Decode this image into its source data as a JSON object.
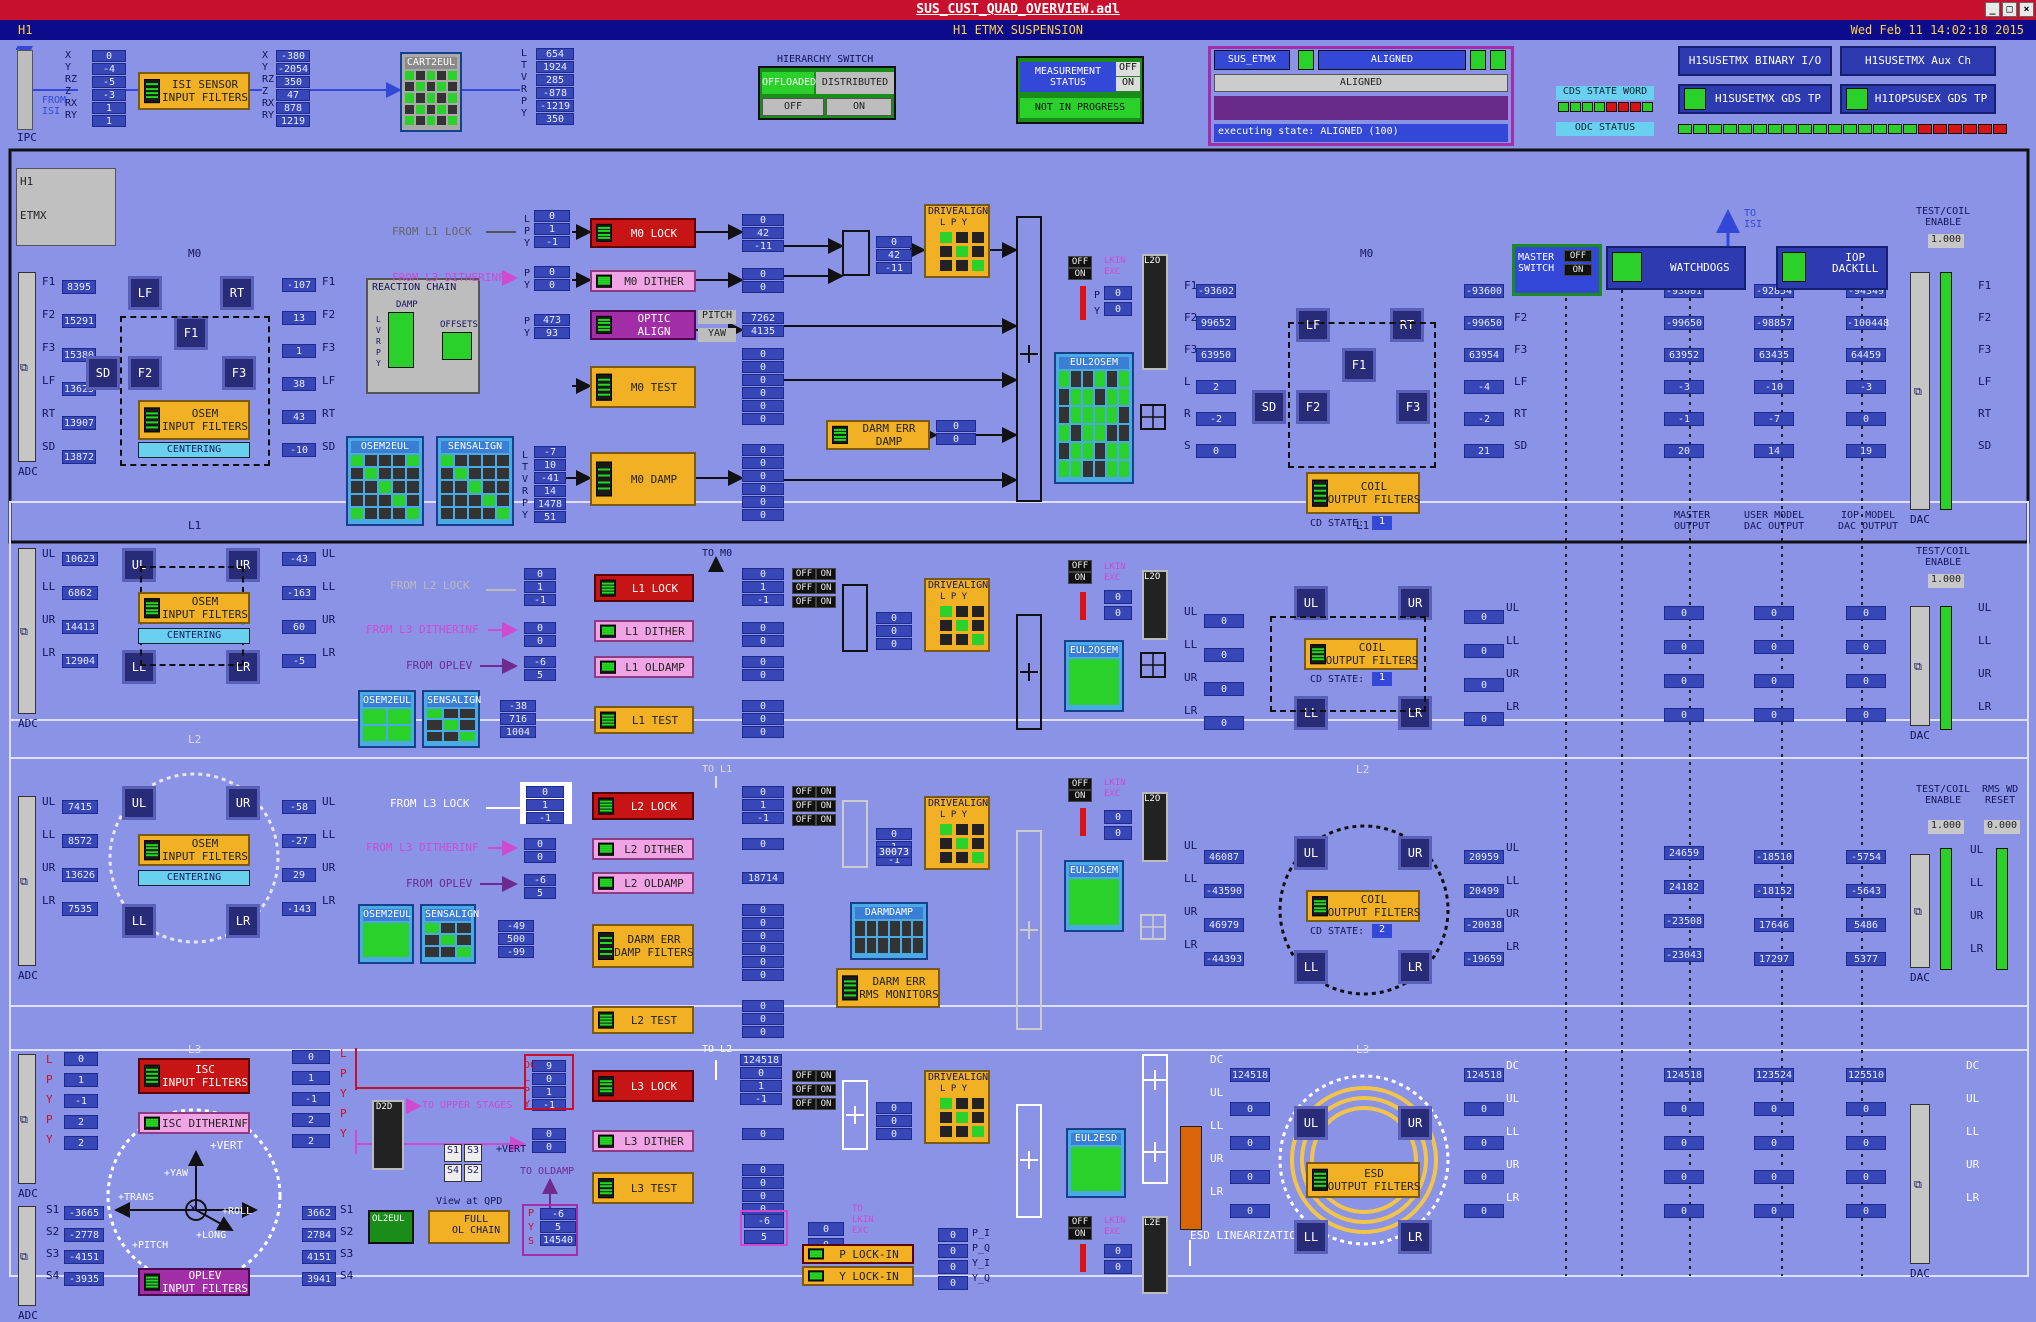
{
  "window": {
    "title": "SUS_CUST_QUAD_OVERVIEW.adl"
  },
  "header": {
    "left": "H1",
    "center": "H1 ETMX SUSPENSION",
    "right": "Wed Feb 11 14:02:18 2015"
  },
  "ipc": {
    "label": "IPC",
    "from_isi": "FROM\nISI"
  },
  "isi_in": {
    "labels": [
      "X",
      "Y",
      "RZ",
      "Z",
      "RX",
      "RY"
    ],
    "values": [
      "0",
      "-4",
      "-5",
      "-3",
      "1",
      "1"
    ]
  },
  "isi_sensor": {
    "label": "ISI SENSOR\nINPUT FILTERS"
  },
  "isi_out": {
    "labels": [
      "X",
      "Y",
      "RZ",
      "Z",
      "RX",
      "RY"
    ],
    "values": [
      "-380",
      "-2054",
      "350",
      "47",
      "878",
      "1219"
    ]
  },
  "cart2eul": {
    "label": "CART2EUL"
  },
  "cart_out": {
    "labels": [
      "L",
      "T",
      "V",
      "R",
      "P",
      "Y"
    ],
    "values": [
      "654",
      "1924",
      "285",
      "-878",
      "-1219",
      "350"
    ]
  },
  "hierarchy": {
    "title": "HIERARCHY SWITCH",
    "offloaded": "OFFLOADED",
    "distributed": "DISTRIBUTED",
    "off": "OFF",
    "on": "ON"
  },
  "measurement": {
    "label": "MEASUREMENT\nSTATUS",
    "off": "OFF",
    "on": "ON",
    "status": "NOT IN PROGRESS"
  },
  "guardian": {
    "node": "SUS_ETMX",
    "state": "ALIGNED",
    "request": "ALIGNED",
    "executing": "executing state: ALIGNED (100)"
  },
  "cds": {
    "state_word": "CDS STATE WORD",
    "odc": "ODC STATUS"
  },
  "top_buttons": {
    "binary_io": "H1SUSETMX BINARY I/O",
    "aux": "H1SUSETMX Aux Ch",
    "gds_tp": "H1SUSETMX GDS TP",
    "iop_gds": "H1IOPSUSEX GDS TP"
  },
  "site": {
    "h1": "H1",
    "etmx": "ETMX"
  },
  "common": {
    "adc": "ADC",
    "dac": "DAC",
    "osem_filters": "OSEM\nINPUT FILTERS",
    "centering": "CENTERING",
    "osem2eul": "OSEM2EUL",
    "sensalign": "SENSALIGN",
    "drivealign": "DRIVEALIGN",
    "lpy": "L P Y",
    "coil_filters": "COIL\nOUTPUT FILTERS",
    "cd_state": "CD STATE:",
    "test_coil": "TEST/COIL\nENABLE",
    "lkin_exc": "LKIN\nEXC",
    "off": "OFF",
    "on": "ON",
    "eul2osem": "EUL2OSEM",
    "l2o": "L2O"
  },
  "m0": {
    "title": "M0",
    "adc_labels": [
      "F1",
      "F2",
      "F3",
      "LF",
      "RT",
      "SD"
    ],
    "adc_values": [
      "8395",
      "15291",
      "15380",
      "13623",
      "13907",
      "13872"
    ],
    "osem_out": [
      "-107",
      "13",
      "1",
      "38",
      "43",
      "-10"
    ],
    "osem_out_labels": [
      "F1",
      "F2",
      "F3",
      "LF",
      "RT",
      "SD"
    ],
    "reaction_chain": "REACTION CHAIN",
    "damp": "DAMP",
    "offsets": "OFFSETS",
    "lvrpy": "L\nV\nR\nP\nY",
    "from_l1_lock": "FROM L1 LOCK",
    "from_l3_ditherinf": "FROM L3 DITHERINF",
    "lock_in_labels": [
      "L",
      "P",
      "Y"
    ],
    "lock_in_values": [
      "0",
      "1",
      "-1"
    ],
    "dither_in_labels": [
      "P",
      "Y"
    ],
    "dither_in_values": [
      "0",
      "0"
    ],
    "optic_in_labels": [
      "P",
      "Y"
    ],
    "optic_in_values": [
      "473",
      "93"
    ],
    "lock": "M0 LOCK",
    "dither": "M0 DITHER",
    "optic_align": "OPTIC\nALIGN",
    "pitch": "PITCH",
    "yaw": "YAW",
    "test": "M0 TEST",
    "damp_filter": "M0 DAMP",
    "darm_err": "DARM ERR\nDAMP",
    "lock_out": [
      "0",
      "42",
      "-11"
    ],
    "dither_out": [
      "0",
      "0"
    ],
    "optic_out": [
      "7262",
      "4135"
    ],
    "da_out": [
      "0",
      "42",
      "-11"
    ],
    "test_out": [
      "0",
      "0",
      "0",
      "0",
      "0",
      "0"
    ],
    "damp_in_labels": [
      "L",
      "T",
      "V",
      "R",
      "P",
      "Y"
    ],
    "damp_in": [
      "-7",
      "10",
      "-41",
      "14",
      "1478",
      "51"
    ],
    "damp_out": [
      "0",
      "0",
      "0",
      "0",
      "0",
      "0"
    ],
    "darm_out": [
      "0",
      "0"
    ],
    "l2o_labels": [
      "P",
      "Y"
    ],
    "l2o_values": [
      "0",
      "0"
    ],
    "eul_labels": [
      "F1",
      "F2",
      "F3",
      "L",
      "R",
      "S"
    ],
    "eul_out": [
      "-93602",
      "99652",
      "63950",
      "2",
      "-2",
      "0"
    ],
    "coil_in_labels": [
      "F1",
      "F2",
      "F3",
      "LF",
      "RT",
      "SD"
    ],
    "coil_in": [
      "-93600",
      "-99650",
      "63954",
      "-4",
      "-2",
      "21"
    ],
    "master": [
      "-93601",
      "-99650",
      "63952",
      "-3",
      "-1",
      "20"
    ],
    "user": [
      "-92854",
      "-98857",
      "63435",
      "-10",
      "-7",
      "14"
    ],
    "iop": [
      "-94349",
      "-100448",
      "64459",
      "-3",
      "0",
      "19"
    ],
    "dac_labels": [
      "F1",
      "F2",
      "F3",
      "LF",
      "RT",
      "SD"
    ],
    "cd": "1",
    "test_enable": "1.000",
    "osem_names": [
      "LF",
      "RT",
      "F1",
      "F2",
      "F3",
      "SD"
    ],
    "master_output": "MASTER\nOUTPUT",
    "user_model": "USER MODEL\nDAC OUTPUT",
    "iop_model": "IOP MODEL\nDAC OUTPUT"
  },
  "l1": {
    "title": "L1",
    "adc_labels": [
      "UL",
      "LL",
      "UR",
      "LR"
    ],
    "adc_values": [
      "10623",
      "6862",
      "14413",
      "12904"
    ],
    "osem_out": [
      "-43",
      "-163",
      "60",
      "-5"
    ],
    "from_l2_lock": "FROM L2 LOCK",
    "from_l3_ditherinf": "FROM L3 DITHERINF",
    "from_oplev": "FROM OPLEV",
    "to_m0": "TO M0",
    "lock_in": [
      "0",
      "1",
      "-1"
    ],
    "dither_in": [
      "0",
      "0"
    ],
    "oldamp_in": [
      "-6",
      "5"
    ],
    "lock": "L1 LOCK",
    "dither": "L1 DITHER",
    "oldamp": "L1 OLDAMP",
    "test": "L1 TEST",
    "lock_out": [
      "0",
      "1",
      "-1"
    ],
    "dither_out": [
      "0",
      "0"
    ],
    "oldamp_out": [
      "0",
      "0"
    ],
    "test_out": [
      "0",
      "0",
      "0"
    ],
    "da_out": [
      "0",
      "0",
      "0"
    ],
    "damp_in": [
      "-38",
      "716",
      "1004"
    ],
    "l2o_values": [
      "0",
      "0"
    ],
    "eul_labels": [
      "UL",
      "LL",
      "UR",
      "LR"
    ],
    "eul_out": [
      "0",
      "0",
      "0",
      "0"
    ],
    "coil_in": [
      "0",
      "0",
      "0",
      "0"
    ],
    "master": [
      "0",
      "0",
      "0",
      "0"
    ],
    "user": [
      "0",
      "0",
      "0",
      "0"
    ],
    "iop": [
      "0",
      "0",
      "0",
      "0"
    ],
    "cd": "1",
    "test_enable": "1.000"
  },
  "l2": {
    "title": "L2",
    "adc_labels": [
      "UL",
      "LL",
      "UR",
      "LR"
    ],
    "adc_values": [
      "7415",
      "8572",
      "13626",
      "7535"
    ],
    "osem_out": [
      "-58",
      "-27",
      "29",
      "-143"
    ],
    "from_l3_lock": "FROM L3 LOCK",
    "from_l3_ditherinf": "FROM L3 DITHERINF",
    "from_oplev": "FROM OPLEV",
    "to_l1": "TO L1",
    "lock_in": [
      "0",
      "1",
      "-1"
    ],
    "dither_in": [
      "0",
      "0"
    ],
    "oldamp_in": [
      "-6",
      "5"
    ],
    "lock": "L2 LOCK",
    "dither": "L2 DITHER",
    "oldamp": "L2 OLDAMP",
    "darm_err": "DARM ERR\nDAMP FILTERS",
    "darmdamp": "DARMDAMP",
    "rms": "DARM ERR\nRMS MONITORS",
    "test": "L2 TEST",
    "lock_out": [
      "0",
      "1",
      "-1"
    ],
    "dither_out": [
      "0"
    ],
    "oldamp_out": [
      "18714"
    ],
    "da_in": "30073",
    "darm_out": [
      "0",
      "0",
      "0",
      "0",
      "0",
      "0"
    ],
    "test_out": [
      "0",
      "0",
      "0"
    ],
    "damp_in": [
      "-49",
      "500",
      "-99"
    ],
    "l2o_values": [
      "0",
      "0"
    ],
    "eul_labels": [
      "UL",
      "LL",
      "UR",
      "LR"
    ],
    "eul_out": [
      "46087",
      "-43590",
      "46979",
      "-44393"
    ],
    "coil_in": [
      "20959",
      "20499",
      "-20038",
      "-19659"
    ],
    "master": [
      "24659",
      "24182",
      "-23508",
      "-23043"
    ],
    "user": [
      "-18510",
      "-18152",
      "17646",
      "17297"
    ],
    "iop": [
      "-5754",
      "-5643",
      "5486",
      "5377"
    ],
    "cd": "2",
    "test_enable": "1.000",
    "rms_wd": "RMS WD\nRESET",
    "rms_val": "0.000"
  },
  "l3": {
    "title": "L3",
    "adc_labels": [
      "L",
      "P",
      "Y",
      "P",
      "Y"
    ],
    "adc_values": [
      "0",
      "1",
      "-1",
      "2",
      "2"
    ],
    "isc_filters": "ISC\nINPUT FILTERS",
    "isc_ditherinf": "ISC DITHERINF",
    "isc_out": [
      "0",
      "1",
      "-1",
      "2",
      "2"
    ],
    "d2d": "D2D",
    "to_upper": "TO UPPER STAGES",
    "view_qpd": "View at QPD",
    "vert": "+VERT",
    "qpd": [
      "S1",
      "S3",
      "S4",
      "S2"
    ],
    "to_oldamp": "TO OLDAMP",
    "ol2eul": "OL2EUL",
    "full_chain": "FULL\nOL CHAIN",
    "oplev_labels": [
      "S1",
      "S2",
      "S3",
      "S4"
    ],
    "oplev_values": [
      "-3665",
      "-2778",
      "-4151",
      "-3935"
    ],
    "oplev_out": [
      "3662",
      "2784",
      "4151",
      "3941"
    ],
    "oplev_filters": "OPLEV\nINPUT FILTERS",
    "ol_out_labels": [
      "P",
      "Y",
      "S"
    ],
    "ol_out": [
      "-6",
      "5",
      "14540"
    ],
    "lock_in_labels": [
      "DC",
      "L",
      "P",
      "Y"
    ],
    "lock_in": [
      "9",
      "0",
      "1",
      "-1"
    ],
    "dither_in": [
      "0",
      "0"
    ],
    "lock": "L3 LOCK",
    "dither": "L3 DITHER",
    "test": "L3 TEST",
    "to_l2": "TO L2",
    "lock_out": [
      "124518",
      "0",
      "1",
      "-1"
    ],
    "dither_out": [
      "0"
    ],
    "test_out": [
      "0",
      "0",
      "0",
      "0"
    ],
    "da_out": [
      "0",
      "0",
      "0"
    ],
    "lockin_top": [
      "0",
      "0"
    ],
    "to_lkin": "TO\nLKIN\nEXC",
    "p_lockin": "P LOCK-IN",
    "y_lockin": "Y LOCK-IN",
    "pi": [
      "0",
      "0",
      "0",
      "0"
    ],
    "pq_labels": [
      "P_I",
      "P_Q",
      "Y_I",
      "Y_Q"
    ],
    "lockin_in": [
      "-6",
      "5"
    ],
    "eul2esd": "EUL2ESD",
    "l2e": "L2E",
    "esd_labels": [
      "DC",
      "UL",
      "LL",
      "UR",
      "LR"
    ],
    "esd_out": [
      "124518",
      "0",
      "0",
      "0",
      "0"
    ],
    "esd_lin": "ESD LINEARIZATION",
    "esd_filters": "ESD\nOUTPUT FILTERS",
    "coil_in": [
      "124518",
      "0",
      "0",
      "0",
      "0"
    ],
    "master": [
      "124518",
      "0",
      "0",
      "0",
      "0"
    ],
    "user": [
      "123524",
      "0",
      "0",
      "0",
      "0"
    ],
    "iop": [
      "125510",
      "0",
      "0",
      "0",
      "0"
    ],
    "dac_labels": [
      "DC",
      "UL",
      "LL",
      "UR",
      "LR"
    ],
    "l2o_values": [
      "0",
      "0"
    ],
    "dof": [
      "+VERT",
      "+YAW",
      "+TRANS",
      "+ROLL",
      "+LONG",
      "+PITCH"
    ]
  },
  "right_panel": {
    "master_switch": "MASTER\nSWITCH",
    "watchdogs": "WATCHDOGS",
    "iop_dackill": "IOP\nDACKILL",
    "to_isi": "TO\nISI"
  }
}
